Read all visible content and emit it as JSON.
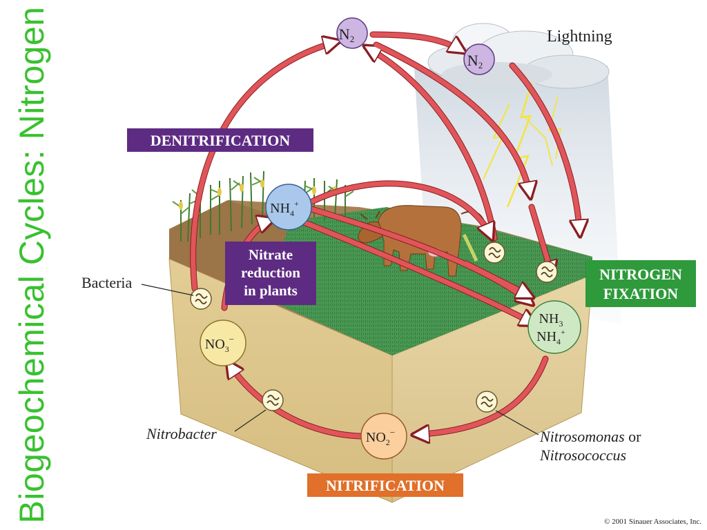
{
  "title": "Biogeochemical Cycles: Nitrogen",
  "molecules": {
    "n2_top": {
      "main": "N",
      "sub": "2"
    },
    "n2_cloud": {
      "main": "N",
      "sub": "2"
    },
    "nh4_plant": {
      "main": "NH",
      "sub": "4",
      "sup": "+"
    },
    "nh3": {
      "main": "NH",
      "sub": "3"
    },
    "nh4_soil": {
      "main": "NH",
      "sub": "4",
      "sup": "+"
    },
    "no3": {
      "main": "NO",
      "sub": "3",
      "sup": "−"
    },
    "no2": {
      "main": "NO",
      "sub": "2",
      "sup": "−"
    }
  },
  "process_labels": {
    "denitrification": "DENITRIFICATION",
    "nitrate_reduction": [
      "Nitrate",
      "reduction",
      "in plants"
    ],
    "nitrogen_fixation": [
      "NITROGEN",
      "FIXATION"
    ],
    "nitrification": "NITRIFICATION"
  },
  "labels": {
    "lightning": "Lightning",
    "bacteria": "Bacteria",
    "nitrobacter": "Nitrobacter",
    "nitrosomonas": "Nitrosomonas",
    "or": " or",
    "nitrosococcus": "Nitrosococcus"
  },
  "copyright": "© 2001 Sinauer Associates, Inc.",
  "colors": {
    "title_green": "#39c12f",
    "arrow_red": "#e0555a",
    "denitrification_purple": "#5e2b82",
    "fixation_green": "#2f9a3c",
    "nitrification_orange": "#e0702a",
    "n2_circle": "#cdb6e2",
    "nh4_circle": "#a9c8ec",
    "nh3_circle": "#cfe8c4",
    "no3_circle": "#f8e8a6",
    "no2_circle": "#fbcf9e"
  }
}
